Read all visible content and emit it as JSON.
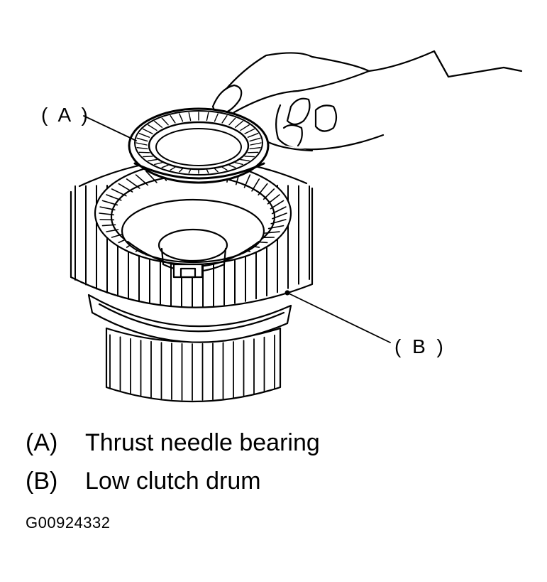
{
  "callouts": {
    "a": "( A )",
    "b": "( B )"
  },
  "legend": [
    {
      "key": "(A)",
      "label": "Thrust needle bearing"
    },
    {
      "key": "(B)",
      "label": "Low clutch drum"
    }
  ],
  "figure_code": "G00924332",
  "colors": {
    "ink": "#000000",
    "background": "#ffffff"
  }
}
